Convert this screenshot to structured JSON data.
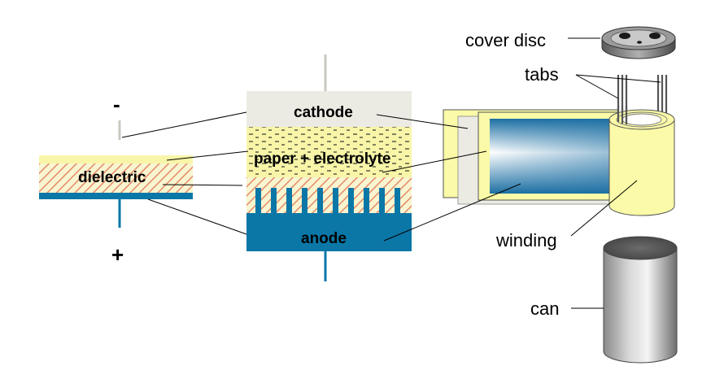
{
  "labels": {
    "minus": "-",
    "plus": "+",
    "dielectric": "dielectric",
    "cathode": "cathode",
    "paper_electrolyte": "paper + electrolyte",
    "anode": "anode",
    "cover_disc": "cover disc",
    "tabs": "tabs",
    "winding": "winding",
    "can": "can"
  },
  "colors": {
    "anode": "#0b77a7",
    "cathode": "#ecebe3",
    "electrolyte": "#f8f5a8",
    "dielectric_hatch": "#e58a6a",
    "winding": "#fafaa8",
    "foil_blue": "#1c6fa3",
    "metal": "#8c8c8c"
  }
}
